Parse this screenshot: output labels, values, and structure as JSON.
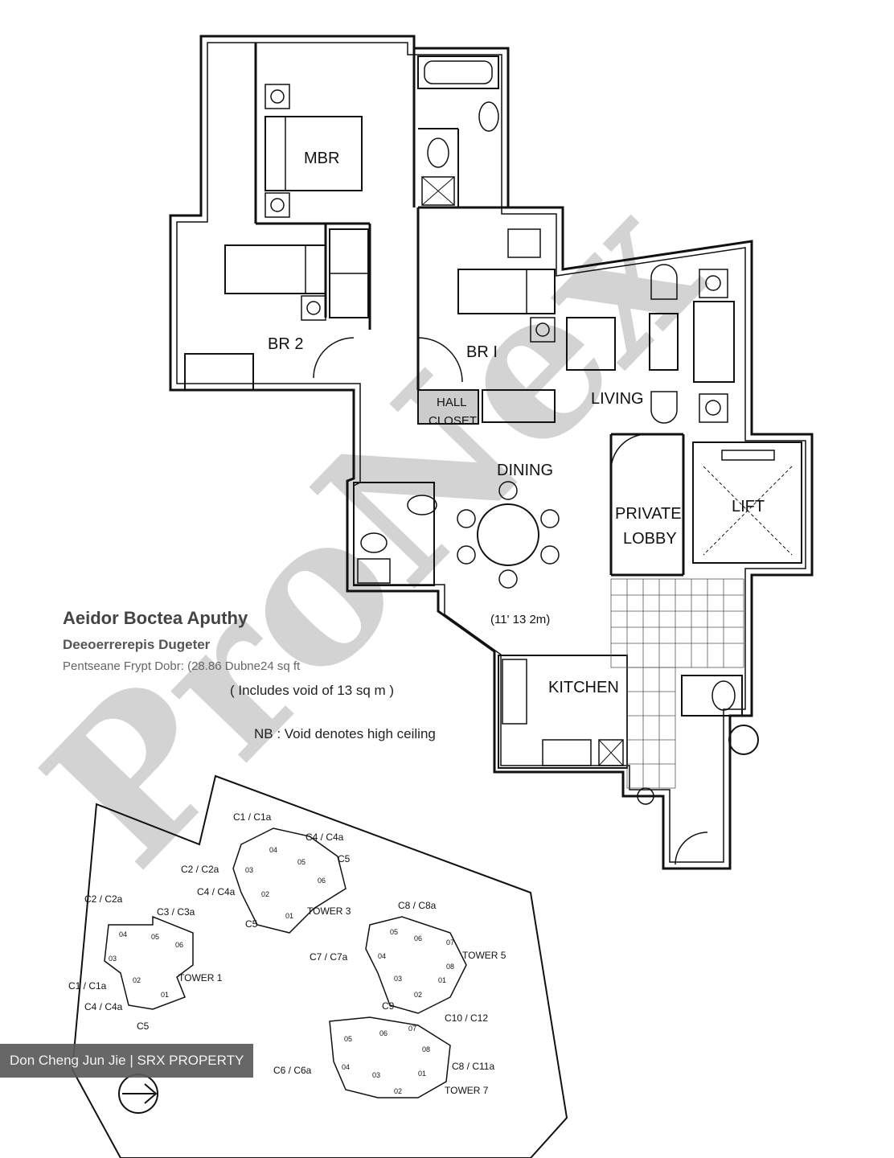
{
  "rooms": {
    "mbr": "MBR",
    "br2": "BR 2",
    "br1": "BR I",
    "living": "LIVING",
    "hall_close": "HALL",
    "hall_close_2": "CLOSET",
    "dining": "DINING",
    "private_lobby_1": "PRIVATE",
    "private_lobby_2": "LOBBY",
    "lift": "LIFT",
    "kitchen": "KITCHEN",
    "blurred_note": "(11' 13 2m)"
  },
  "unit_info": {
    "line1": "Aeidor Boctea Aputhy",
    "line2": "Deeoerrerepis Dugeter",
    "line3": "Pentseane Frypt Dobr: (28.86 Dubne24 sq ft",
    "void_note": "( Includes void of 13 sq m )",
    "nb_note": "NB : Void denotes high ceiling"
  },
  "site_plan": {
    "tower1": "TOWER 1",
    "tower3": "TOWER 3",
    "tower5": "TOWER 5",
    "tower7": "TOWER 7",
    "t1": [
      "C2 / C2a",
      "C3 / C3a",
      "C1 / C1a",
      "C4 / C4a",
      "C5"
    ],
    "t3": [
      "C1 / C1a",
      "C4 / C4a",
      "C5",
      "C2 / C2a",
      "C4 / C4a",
      "C5"
    ],
    "t5": [
      "C8 / C8a",
      "C7 / C7a",
      "C9"
    ],
    "t7": [
      "C10 / C12",
      "C6 / C6a",
      "C8 / C11a"
    ],
    "units_t1": [
      "04",
      "05",
      "06",
      "03",
      "02",
      "01"
    ],
    "units_t3": [
      "04",
      "05",
      "03",
      "06",
      "02",
      "01"
    ],
    "units_t5": [
      "06",
      "05",
      "07",
      "04",
      "03",
      "08",
      "02",
      "01"
    ],
    "units_t7": [
      "05",
      "06",
      "07",
      "04",
      "03",
      "08",
      "02",
      "01"
    ]
  },
  "watermark": "ProNex",
  "credit": "Don Cheng Jun Jie | SRX PROPERTY",
  "icons": [
    "north-arrow-icon",
    "lift-cross-icon"
  ]
}
